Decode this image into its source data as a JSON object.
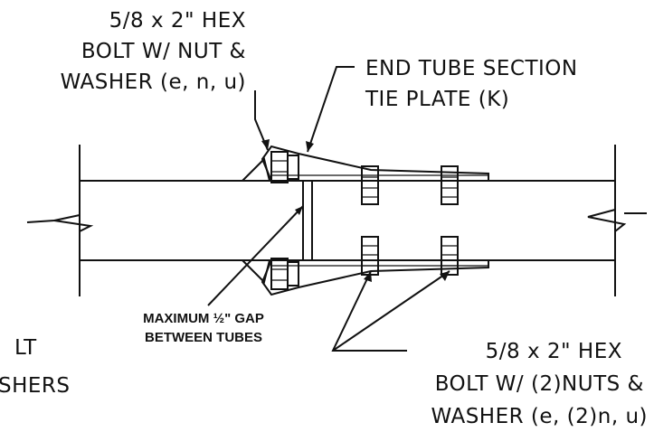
{
  "labels": {
    "top_left": [
      "5/8 x 2\" HEX",
      "BOLT W/ NUT &",
      "WASHER (e, n, u)"
    ],
    "top_right": [
      "END TUBE SECTION",
      "TIE PLATE (K)"
    ],
    "gap_note": [
      "MAXIMUM ½\" GAP",
      "BETWEEN TUBES"
    ],
    "bottom_right": [
      "5/8 x 2\" HEX",
      "BOLT W/ (2)NUTS &",
      "WASHER (e, (2)n, u)"
    ],
    "left_cutoff": [
      "LT",
      "SHERS"
    ]
  },
  "colors": {
    "ink": "#111111",
    "background": "#ffffff"
  }
}
